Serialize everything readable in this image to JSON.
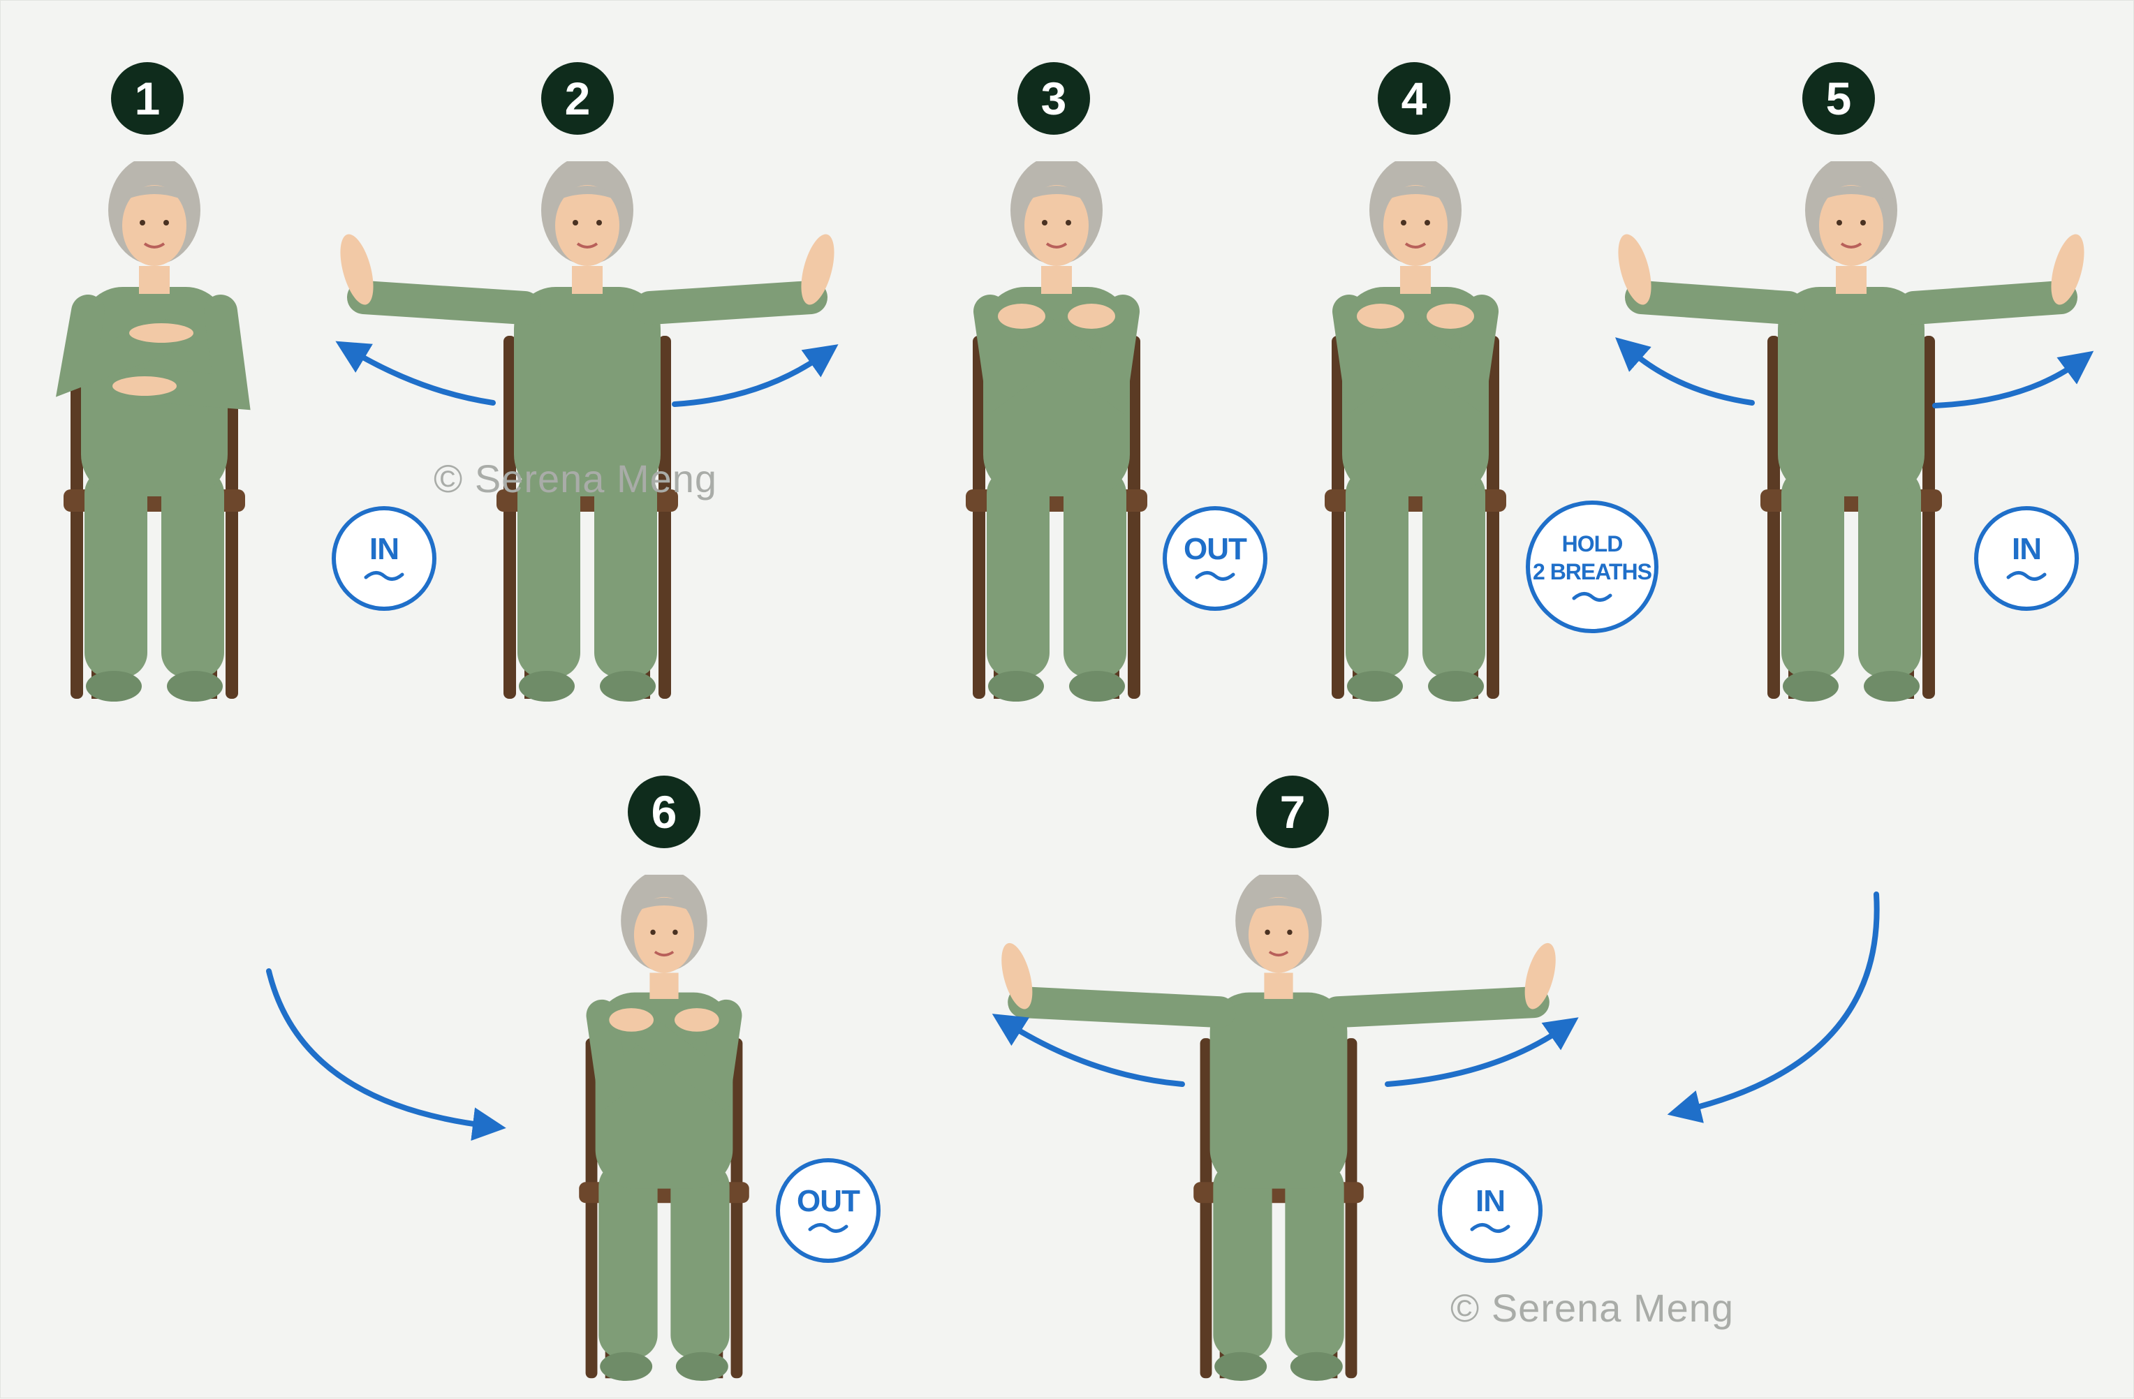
{
  "steps": [
    {
      "number": "1",
      "breath": "IN",
      "pose": "hands-on-belly"
    },
    {
      "number": "2",
      "breath": "",
      "pose": "arms-open"
    },
    {
      "number": "3",
      "breath": "OUT",
      "pose": "arms-crossed"
    },
    {
      "number": "4",
      "breath_line1": "HOLD",
      "breath_line2": "2 BREATHS",
      "pose": "arms-crossed"
    },
    {
      "number": "5",
      "breath": "IN",
      "pose": "arms-open"
    },
    {
      "number": "6",
      "breath": "OUT",
      "pose": "arms-crossed"
    },
    {
      "number": "7",
      "breath": "IN",
      "pose": "arms-open"
    }
  ],
  "watermarks": [
    "© Serena Meng",
    "© Serena Meng"
  ],
  "colors": {
    "background": "#f3f4f2",
    "number_badge": "#0f2c1c",
    "accent_blue": "#1f6fc9",
    "outfit_green": "#7f9d77",
    "chair_brown": "#5b3b24",
    "hair_grey": "#b9b6ae",
    "skin": "#f2c9a6"
  },
  "icons": [
    "wave-icon",
    "curved-arrow-icon"
  ]
}
